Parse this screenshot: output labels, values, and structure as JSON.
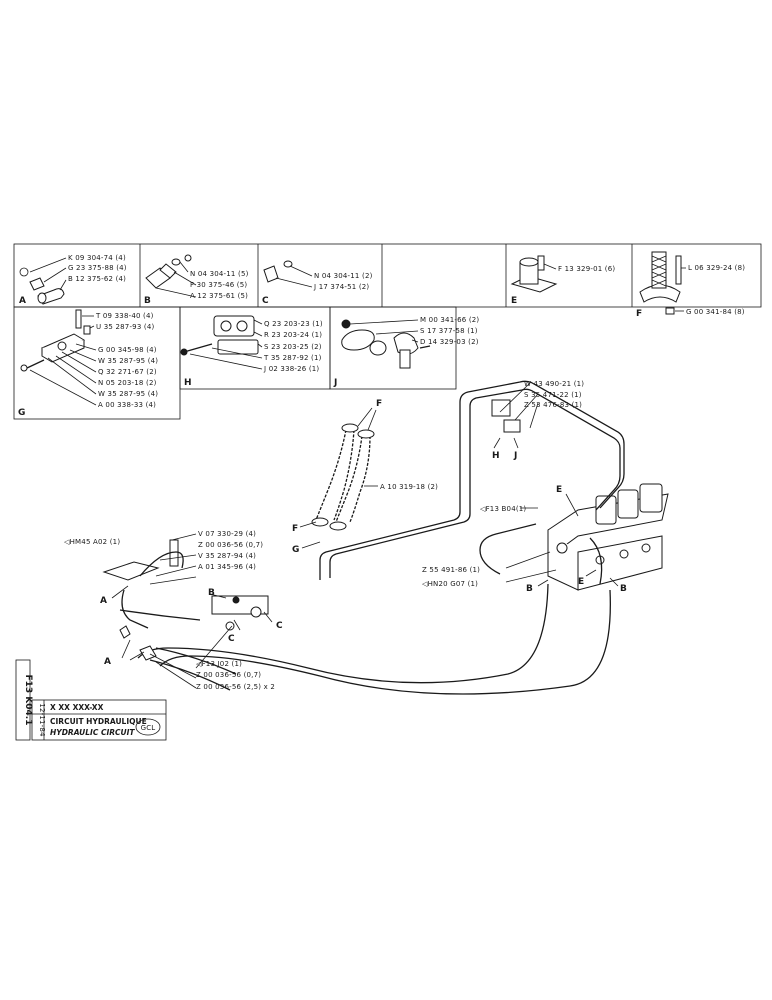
{
  "boxes": {
    "A": {
      "key": "A",
      "refs": [
        "K 09 304-74 (4)",
        "G 23 375-88 (4)",
        "B 12 375-62 (4)"
      ]
    },
    "B": {
      "key": "B",
      "refs": [
        "N 04 304-11 (5)",
        "F 30 375-46 (5)",
        "A 12 375-61 (5)"
      ]
    },
    "C": {
      "key": "C",
      "refs": [
        "N 04 304-11 (2)",
        "J 17 374-51 (2)"
      ]
    },
    "E": {
      "key": "E",
      "refs": [
        "F 13 329-01 (6)"
      ]
    },
    "F": {
      "key": "F",
      "refs": [
        "L 06 329-24 (8)",
        "G 00 341-84 (8)"
      ]
    },
    "G": {
      "key": "G",
      "refs": [
        "T 09 338-40 (4)",
        "U 35 287-93 (4)",
        "G 00 345-98 (4)",
        "W 35 287-95 (4)",
        "Q 32 271-67 (2)",
        "N 05 203-18 (2)",
        "W 35 287-95 (4)",
        "A 00 338-33 (4)"
      ]
    },
    "H": {
      "key": "H",
      "refs": [
        "Q 23 203-23 (1)",
        "R 23 203-24 (1)",
        "S 23 203-25 (2)",
        "T 35 287-92 (1)",
        "J 02 338-26 (1)"
      ]
    },
    "J": {
      "key": "J",
      "refs": [
        "M 00 341-66 (2)",
        "S 17 377-58 (1)",
        "D 14 329-03 (2)"
      ]
    }
  },
  "main": {
    "refs": {
      "w43": "W 43 490-21 (1)",
      "s35": "S 35 471-22 (1)",
      "z53": "Z 53 476-83 (1)",
      "a10": "A 10 319-18 (2)",
      "f13b": "◁F13  B04(1)",
      "z55": "Z 55 491-86 (1)",
      "hn20": "◁HN20  G07 (1)",
      "hm45": "◁HM45  A02 (1)",
      "v07": "V 07 330-29 (4)",
      "z036a": "Z 00 036-56 (0,7)",
      "v35": "V 35 287-94 (4)",
      "a01": "A 01 345-96 (4)",
      "f13j": "◁F13  J02 (1)",
      "z036b": "Z 00 036-56 (0,7)",
      "z036c": "Z 00 036-56 (2,5) x 2"
    },
    "callouts": {
      "F": "F",
      "G": "G",
      "H": "H",
      "J": "J",
      "E": "E",
      "B": "B",
      "A": "A",
      "C": "C"
    }
  },
  "titleblock": {
    "code": "X XX XXX-XX",
    "date": "12-11-84",
    "title_fr": "CIRCUIT HYDRAULIQUE",
    "title_en": "HYDRAULIC CIRCUIT",
    "logo": "GCL",
    "sheet_id": "F13 K04.1"
  }
}
